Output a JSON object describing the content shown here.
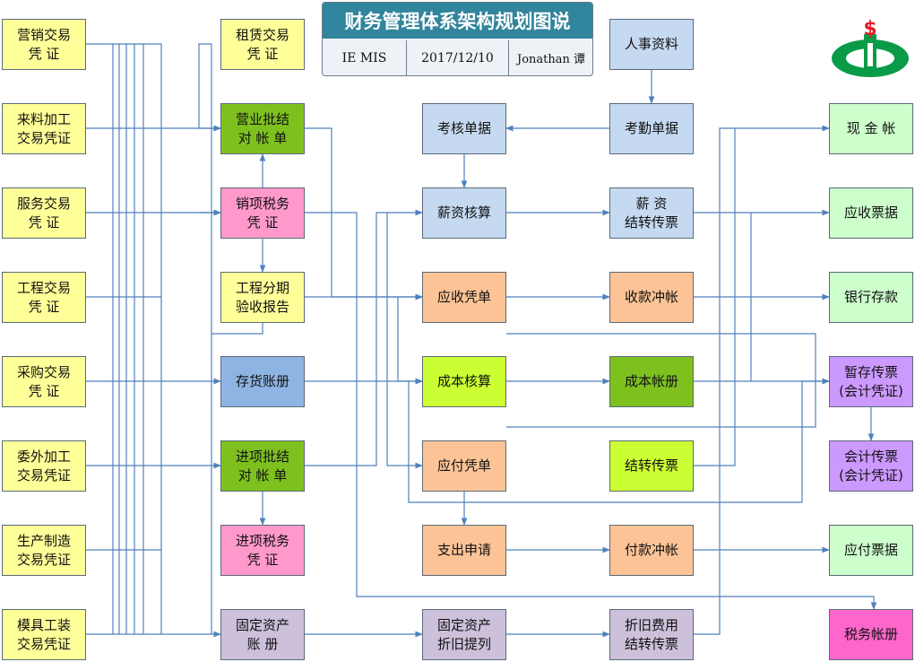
{
  "header": {
    "title": "财务管理体系架构规划图说",
    "system": "IE MIS",
    "date": "2017/12/10",
    "author": "Jonathan 谭"
  },
  "logo": {
    "symbol": "$",
    "icon": "dollar-seal-logo-icon",
    "color": "#0a9b48"
  },
  "colors": {
    "line": "#4f81bd",
    "yellow": "#ffff99",
    "green": "#7ec11f",
    "lime": "#ccff33",
    "pink": "#ff99cc",
    "blue": "#8eb4e3",
    "light_blue": "#c5d9f1",
    "lavender": "#ccc0da",
    "orange": "#fcc496",
    "mint": "#ccffcc",
    "purple": "#cc99ff",
    "magenta": "#ff66cc",
    "title_bar": "#31859c"
  },
  "nodes": {
    "marketing_voucher": "营销交易\n凭    证",
    "processing_voucher": "来料加工\n交易凭证",
    "service_voucher": "服务交易\n凭    证",
    "engineering_voucher": "工程交易\n凭    证",
    "purchase_voucher": "采购交易\n凭    证",
    "outsourcing_voucher": "委外加工\n交易凭证",
    "production_voucher": "生产制造\n交易凭证",
    "mold_voucher": "模具工装\n交易凭证",
    "lease_voucher": "租赁交易\n凭    证",
    "sales_batch_statement": "营业批结\n对 帐 单",
    "output_tax_voucher": "销项税务\n凭    证",
    "engineering_acceptance": "工程分期\n验收报告",
    "inventory_ledger": "存货账册",
    "input_batch_statement": "进项批结\n对 帐 单",
    "input_tax_voucher": "进项税务\n凭    证",
    "fixed_asset_ledger": "固定资产\n账    册",
    "assessment_documents": "考核单据",
    "salary_accounting": "薪资核算",
    "receivable_voucher": "应收凭单",
    "cost_accounting": "成本核算",
    "payable_voucher": "应付凭单",
    "expense_request": "支出申请",
    "depreciation_provision": "固定资产\n折旧提列",
    "hr_data": "人事资料",
    "attendance_documents": "考勤单据",
    "salary_transfer": "薪    资\n结转传票",
    "receipt_offset": "收款冲帐",
    "cost_ledger": "成本帐册",
    "transfer_voucher": "结转传票",
    "payment_offset": "付款冲帐",
    "depreciation_transfer": "折旧费用\n结转传票",
    "cash_account": "现  金  帐",
    "notes_receivable": "应收票据",
    "bank_deposit": "银行存款",
    "suspense_voucher": "暂存传票\n(会计凭证)",
    "accounting_voucher": "会计传票\n(会计凭证)",
    "notes_payable": "应付票据",
    "tax_ledger": "税务帐册"
  }
}
